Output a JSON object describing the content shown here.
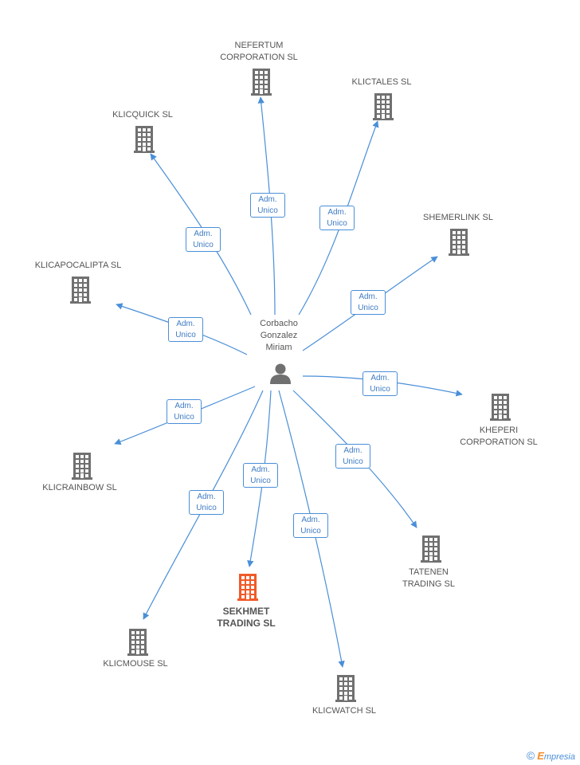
{
  "person": {
    "name_lines": [
      "Corbacho",
      "Gonzalez",
      "Miriam"
    ]
  },
  "role": {
    "line1": "Adm.",
    "line2": "Unico"
  },
  "companies": [
    {
      "lines": [
        "NEFERTUM",
        "CORPORATION SL"
      ],
      "highlight": false
    },
    {
      "lines": [
        "KLICTALES SL"
      ],
      "highlight": false
    },
    {
      "lines": [
        "KLICQUICK SL"
      ],
      "highlight": false
    },
    {
      "lines": [
        "SHEMERLINK SL"
      ],
      "highlight": false
    },
    {
      "lines": [
        "KLICAPOCALIPTA SL"
      ],
      "highlight": false
    },
    {
      "lines": [
        "KHEPERI",
        "CORPORATION SL"
      ],
      "highlight": false
    },
    {
      "lines": [
        "KLICRAINBOW SL"
      ],
      "highlight": false
    },
    {
      "lines": [
        "TATENEN",
        "TRADING SL"
      ],
      "highlight": false
    },
    {
      "lines": [
        "SEKHMET",
        "TRADING SL"
      ],
      "highlight": true
    },
    {
      "lines": [
        "KLICMOUSE SL"
      ],
      "highlight": false
    },
    {
      "lines": [
        "KLICWATCH SL"
      ],
      "highlight": false
    }
  ],
  "footer": {
    "copyright": "©",
    "brand_first": "E",
    "brand_rest": "mpresia"
  },
  "colors": {
    "edge": "#4a8fd8",
    "building": "#707070",
    "highlight_building": "#f05a28"
  }
}
